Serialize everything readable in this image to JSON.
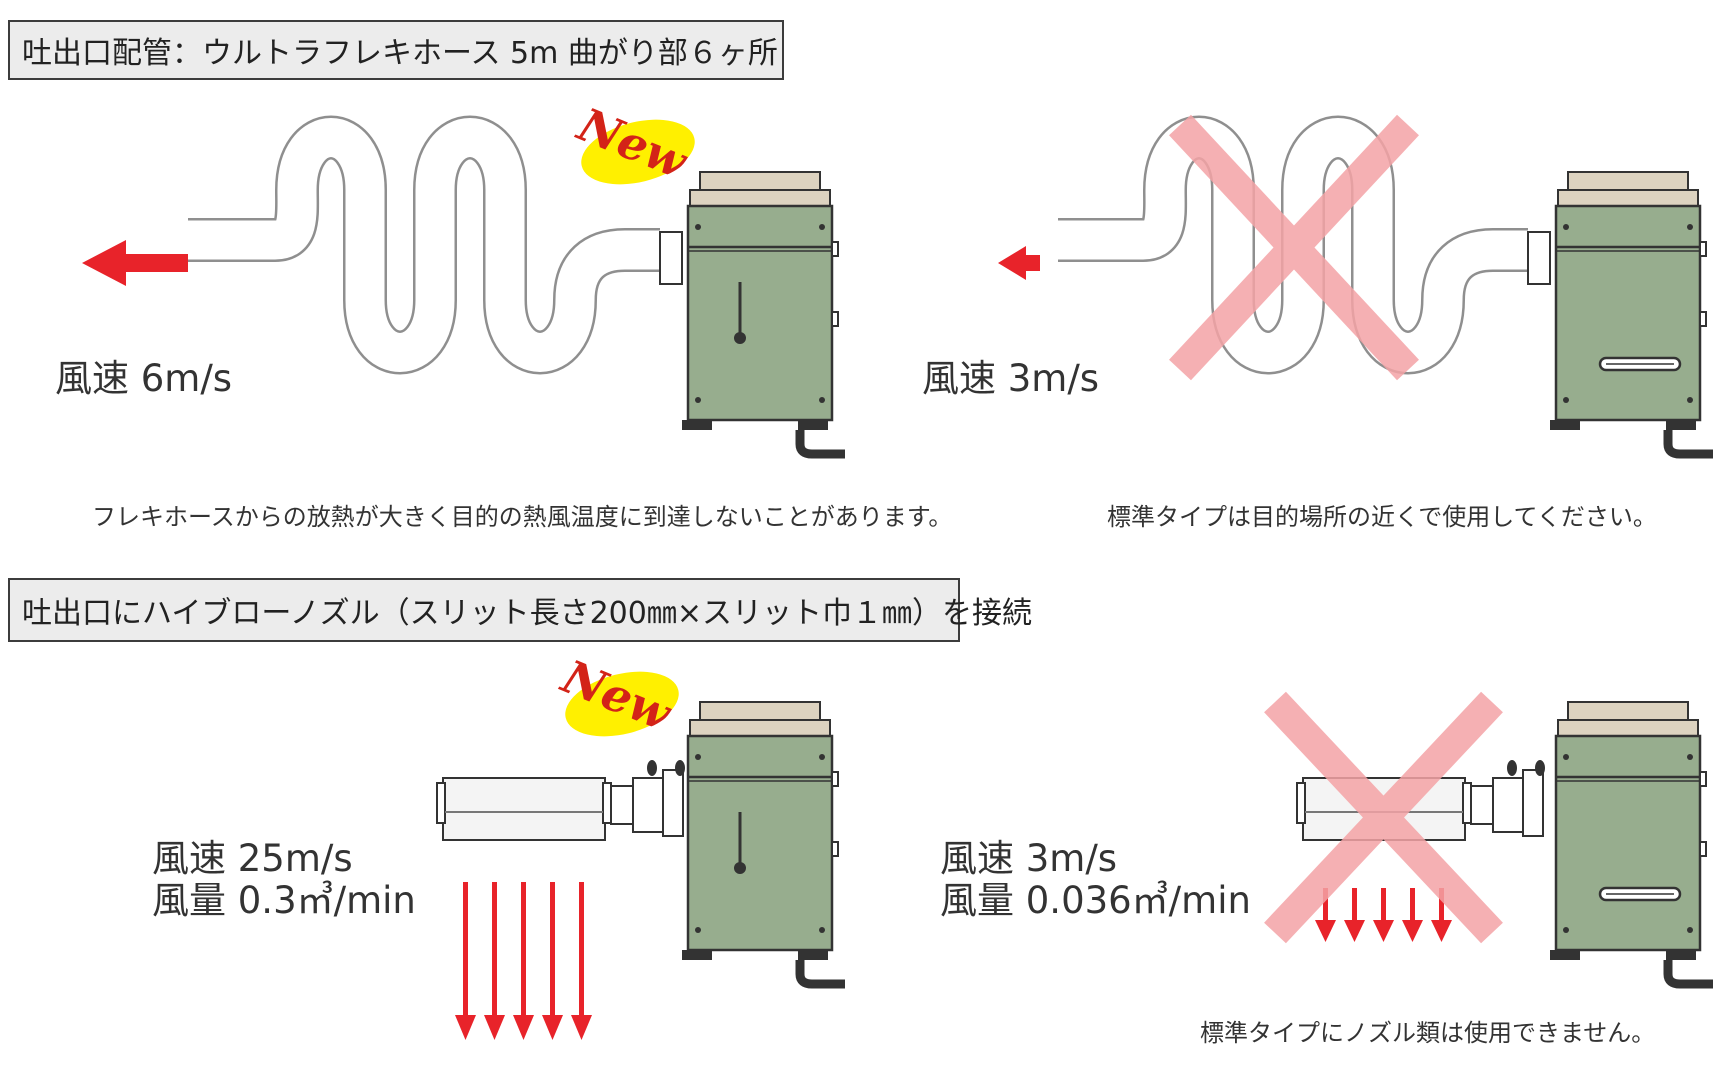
{
  "section1": {
    "title": "吐出口配管：ウルトラフレキホース 5m 曲がり部６ヶ所",
    "new_badge": "New",
    "left": {
      "speed": "風速 6m/s",
      "caption": "フレキホースからの放熱が大きく目的の熱風温度に到達しないことがあります。"
    },
    "right": {
      "speed": "風速 3m/s",
      "caption": "標準タイプは目的場所の近くで使用してください。"
    }
  },
  "section2": {
    "title": "吐出口にハイブローノズル（スリット長さ200㎜×スリット巾１㎜）を接続",
    "new_badge": "New",
    "left": {
      "speed": "風速 25m/s",
      "volume": "風量 0.3㎥/min"
    },
    "right": {
      "speed": "風速 3m/s",
      "volume": "風量 0.036㎥/min",
      "caption": "標準タイプにノズル類は使用できません。"
    }
  },
  "colors": {
    "arrow": "#e8232a",
    "cross": "#f4a3a6",
    "heater_body": "#97ad8e",
    "heater_lid": "#ddd3c0",
    "badge": "#fff000",
    "title_bg": "#ececec"
  }
}
